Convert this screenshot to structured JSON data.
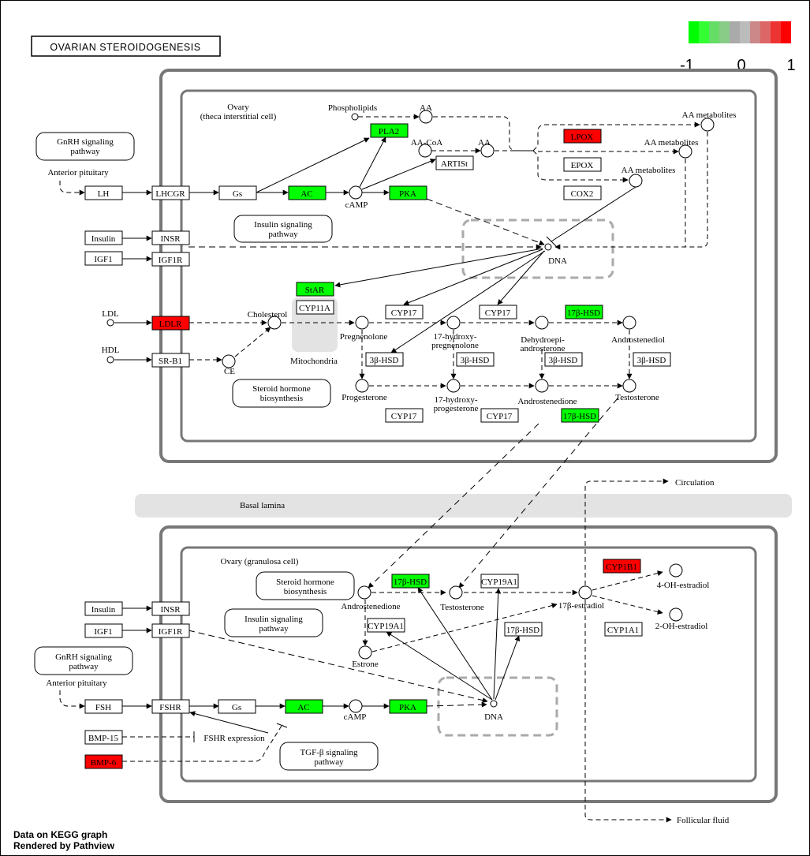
{
  "title": "OVARIAN STEROIDOGENESIS",
  "legend": {
    "ticks": [
      "-1",
      "0",
      "1"
    ],
    "colors": [
      "#00ff00",
      "#33ff33",
      "#66dd66",
      "#88cc88",
      "#aaaaaa",
      "#bbbbbb",
      "#cc8888",
      "#dd6666",
      "#ee3333",
      "#ff0000"
    ]
  },
  "colors": {
    "up": "#ff0000",
    "down": "#00ff00",
    "neutral": "#ffffff"
  },
  "theca": {
    "cell_label_1": "Ovary",
    "cell_label_2": "(theca interstitial cell)",
    "mitochondria": "Mitochondria",
    "dna": "DNA",
    "pathways": {
      "gnrh_1": "GnRH signaling",
      "gnrh_2": "pathway",
      "insulin_1": "Insulin signaling",
      "insulin_2": "pathway",
      "steroid_1": "Steroid hormone",
      "steroid_2": "biosynthesis"
    },
    "genes": {
      "lh": "LH",
      "lhcgr": "LHCGR",
      "gs": "Gs",
      "ac": "AC",
      "pka": "PKA",
      "pla2": "PLA2",
      "artist": "ARTISt",
      "lpox": "LPOX",
      "epox": "EPOX",
      "cox2": "COX2",
      "insulin": "Insulin",
      "insr": "INSR",
      "igf1": "IGF1",
      "igf1r": "IGF1R",
      "ldlr": "LDLR",
      "srb1": "SR-B1",
      "star": "StAR",
      "cyp11a": "CYP11A",
      "cyp17_a": "CYP17",
      "cyp17_b": "CYP17",
      "hsd17_a": "17β-HSD",
      "hsd3_a": "3β-HSD",
      "hsd3_b": "3β-HSD",
      "hsd3_c": "3β-HSD",
      "hsd3_d": "3β-HSD",
      "cyp17_c": "CYP17",
      "cyp17_d": "CYP17",
      "hsd17_b": "17β-HSD"
    },
    "compounds": {
      "anterior_pituitary": "Anterior pituitary",
      "phospholipids": "Phospholipids",
      "aa_1": "AA",
      "aa_coa": "AA-CoA",
      "aa_2": "AA",
      "camp": "cAMP",
      "aa_met_1": "AA metabolites",
      "aa_met_2": "AA metabolites",
      "aa_met_3": "AA metabolites",
      "ldl": "LDL",
      "hdl": "HDL",
      "cholesterol": "Cholesterol",
      "ce": "CE",
      "pregnenolone": "Pregnenolone",
      "hydroxypreg_1": "17-hydroxy-",
      "hydroxypreg_2": "pregnenolone",
      "dhea_1": "Dehydroepi-",
      "dhea_2": "androsterone",
      "androstenediol": "Androstenediol",
      "progesterone": "Progesterone",
      "hydroxyprog_1": "17-hydroxy-",
      "hydroxyprog_2": "progesterone",
      "androstenedione": "Androstenedione",
      "testosterone": "Testosterone"
    }
  },
  "basal_lamina": "Basal lamina",
  "circulation": "Circulation",
  "follicular_fluid": "Follicular fluid",
  "granulosa": {
    "cell_label": "Ovary (granulosa cell)",
    "dna": "DNA",
    "fshr_expression": "FSHR expression",
    "pathways": {
      "steroid_1": "Steroid hormone",
      "steroid_2": "biosynthesis",
      "insulin_1": "Insulin signaling",
      "insulin_2": "pathway",
      "gnrh_1": "GnRH signaling",
      "gnrh_2": "pathway",
      "tgfb_1": "TGF-β signaling",
      "tgfb_2": "pathway"
    },
    "genes": {
      "insulin": "Insulin",
      "insr": "INSR",
      "igf1": "IGF1",
      "igf1r": "IGF1R",
      "fsh": "FSH",
      "fshr": "FSHR",
      "gs": "Gs",
      "ac": "AC",
      "pka": "PKA",
      "bmp15": "BMP-15",
      "bmp6": "BMP-6",
      "hsd17_a": "17β-HSD",
      "cyp19a1_a": "CYP19A1",
      "cyp19a1_b": "CYP19A1",
      "hsd17_b": "17β-HSD",
      "cyp1b1": "CYP1B1",
      "cyp1a1": "CYP1A1"
    },
    "compounds": {
      "anterior_pituitary": "Anterior pituitary",
      "androstenedione": "Androstenedione",
      "testosterone": "Testosterone",
      "estradiol": "17β-estradiol",
      "estrone": "Estrone",
      "camp": "cAMP",
      "oh4": "4-OH-estradiol",
      "oh2": "2-OH-estradiol"
    }
  },
  "footer": {
    "line1": "Data on KEGG graph",
    "line2": "Rendered by Pathview"
  }
}
